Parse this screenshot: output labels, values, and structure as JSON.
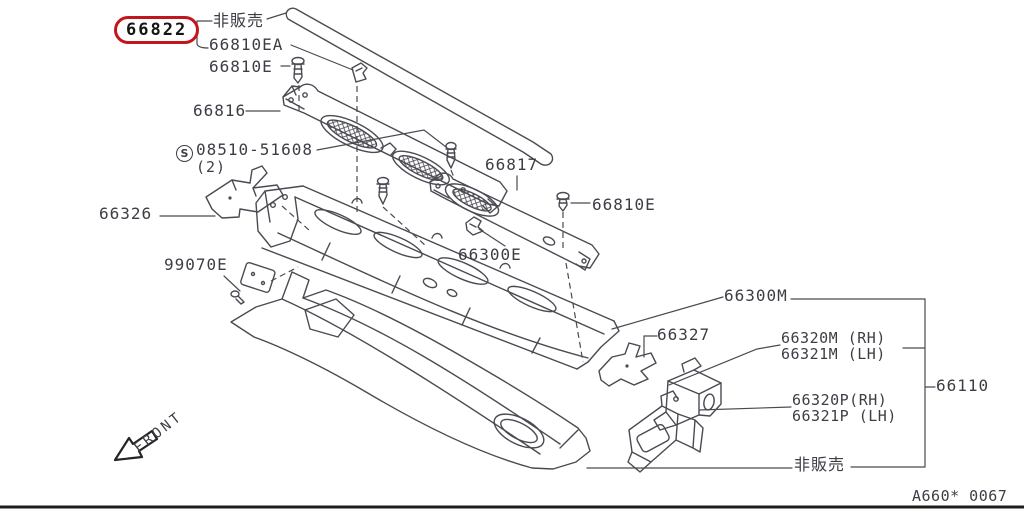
{
  "diagram": {
    "code": "A660* 0067",
    "orientation_label": "FRONT",
    "not_for_sale_top": "非販売",
    "not_for_sale_bottom": "非販売",
    "screw_symbol": "S",
    "highlight_color": "#c3161c",
    "line_color": "#4a4a52",
    "callouts": {
      "p66822": "66822",
      "p66810EA": "66810EA",
      "p66810E_left": "66810E",
      "p66816": "66816",
      "p08510": "08510-51608",
      "p08510_qty": "(2)",
      "p66326": "66326",
      "p99070E": "99070E",
      "p66817": "66817",
      "p66810E_right": "66810E",
      "p66300E": "66300E",
      "p66300M": "66300M",
      "p66327": "66327",
      "p66320M": "66320M (RH)",
      "p66321M": "66321M (LH)",
      "p66320P": "66320P(RH)",
      "p66321P": "66321P (LH)",
      "p66110": "66110"
    }
  }
}
